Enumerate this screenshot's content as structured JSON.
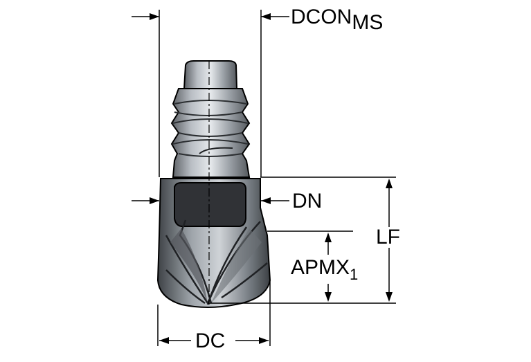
{
  "labels": {
    "dcon": {
      "main": "DCON",
      "sub": "MS"
    },
    "dn": "DN",
    "lf": "LF",
    "apmx": {
      "main": "APMX",
      "sub": "1"
    },
    "dc": "DC"
  },
  "colors": {
    "line": "#000000",
    "steel_light": "#c9cdd2",
    "steel_mid": "#8e949b",
    "steel_dark": "#4a4e53",
    "flat": "#303236"
  }
}
